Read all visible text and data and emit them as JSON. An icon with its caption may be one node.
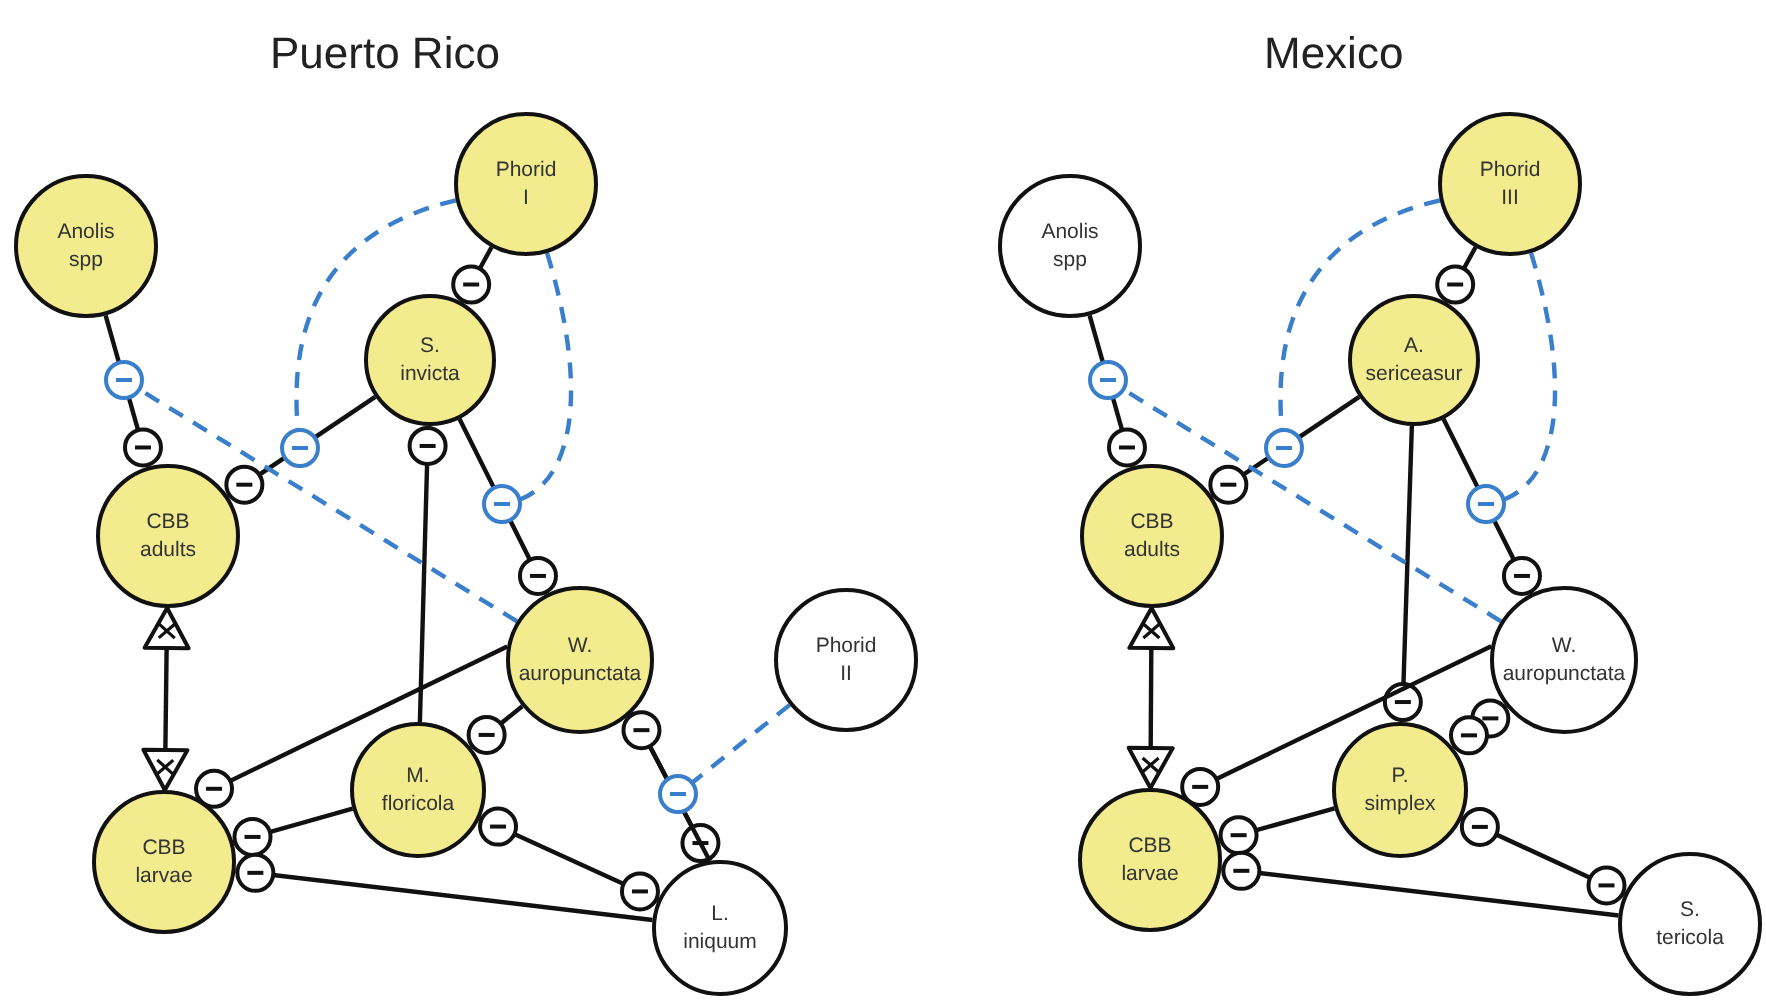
{
  "diagram": {
    "labels": [
      "Puerto Rico",
      "Mexico"
    ],
    "nodes": [
      {
        "text": [
          "Anolis spp"
        ]
      },
      {
        "text": [
          "Phorid I"
        ]
      },
      {
        "text": [
          "S. invicta"
        ]
      },
      {
        "text": [
          "CBB adults"
        ]
      },
      {
        "text": [
          "W. auropunctata"
        ]
      },
      {
        "text": [
          "Phorid II"
        ]
      },
      {
        "text": [
          "CBB larvae"
        ]
      },
      {
        "text": [
          "M. floricola"
        ]
      },
      {
        "text": [
          "L. iniquum"
        ]
      },
      {
        "text": [
          "Anolis spp"
        ]
      },
      {
        "text": [
          "Phorid III"
        ]
      },
      {
        "text": [
          "A. sericeasur"
        ]
      },
      {
        "text": [
          "CBB adults"
        ]
      },
      {
        "text": [
          "W. auropunctata"
        ]
      },
      {
        "text": [
          "CBB larvae"
        ]
      },
      {
        "text": [
          "P. simplex"
        ]
      },
      {
        "text": [
          "S. tericola"
        ]
      }
    ],
    "edges": [
      {
        "from": 0,
        "to": 3,
        "arrow": "other"
      },
      {
        "from": 1,
        "to": 2,
        "arrow": "other"
      },
      {
        "from": 2,
        "to": 3,
        "arrow": "other"
      },
      {
        "from": 2,
        "to": 4,
        "arrow": "other"
      },
      {
        "from": 7,
        "to": 2,
        "arrow": "other"
      },
      {
        "from": 3,
        "to": 6,
        "arrow": "both"
      },
      {
        "from": 4,
        "to": 6,
        "arrow": "other"
      },
      {
        "from": 7,
        "to": 6,
        "arrow": "other"
      },
      {
        "from": 8,
        "to": 6,
        "arrow": "other"
      },
      {
        "from": 4,
        "to": 7,
        "arrow": "other"
      },
      {
        "from": 7,
        "to": 8,
        "arrow": "other"
      },
      {
        "from": 4,
        "to": 8,
        "arrow": "other"
      },
      {
        "from": 8,
        "to": 4,
        "arrow": "other"
      },
      {
        "from": 4,
        "to": null,
        "arrow": "other",
        "style": "dashed",
        "color": "#3a7fcc"
      },
      {
        "from": 1,
        "to": null,
        "arrow": "other",
        "style": "dashed",
        "color": "#3a7fcc"
      },
      {
        "from": 1,
        "to": null,
        "arrow": "other",
        "style": "dashed",
        "color": "#3a7fcc"
      },
      {
        "from": 5,
        "to": null,
        "arrow": "other",
        "style": "dashed",
        "color": "#3a7fcc"
      },
      {
        "from": 9,
        "to": 12,
        "arrow": "other"
      },
      {
        "from": 10,
        "to": 11,
        "arrow": "other"
      },
      {
        "from": 11,
        "to": 12,
        "arrow": "other"
      },
      {
        "from": 11,
        "to": 13,
        "arrow": "other"
      },
      {
        "from": 11,
        "to": 15,
        "arrow": "other"
      },
      {
        "from": 12,
        "to": 14,
        "arrow": "both"
      },
      {
        "from": 13,
        "to": 14,
        "arrow": "other"
      },
      {
        "from": 15,
        "to": 14,
        "arrow": "other"
      },
      {
        "from": 16,
        "to": 14,
        "arrow": "other"
      },
      {
        "from": 13,
        "to": 15,
        "arrow": "other"
      },
      {
        "from": 15,
        "to": 16,
        "arrow": "other"
      },
      {
        "from": 13,
        "to": null,
        "arrow": "other",
        "style": "dashed",
        "color": "#3a7fcc"
      },
      {
        "from": 10,
        "to": null,
        "arrow": "other",
        "style": "dashed",
        "color": "#3a7fcc"
      },
      {
        "from": 10,
        "to": null,
        "arrow": "other",
        "style": "dashed",
        "color": "#3a7fcc"
      }
    ]
  }
}
